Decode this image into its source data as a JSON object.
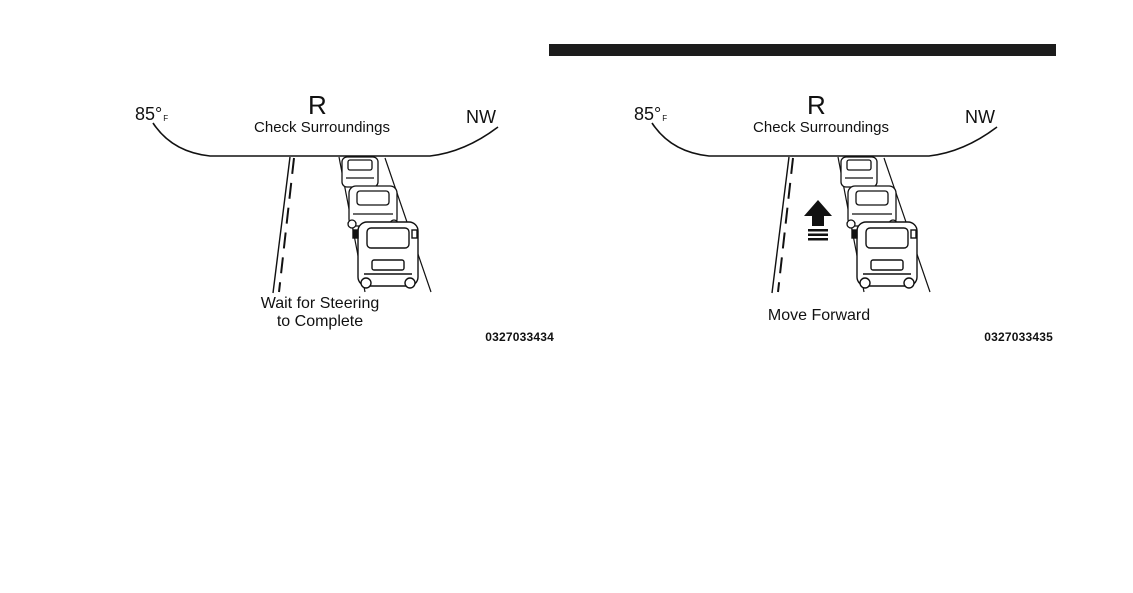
{
  "figures": [
    {
      "temperature": "85°",
      "temperature_unit": "F",
      "gear": "R",
      "status": "Check Surroundings",
      "heading": "NW",
      "message_line1": "Wait for Steering",
      "message_line2": "to Complete",
      "code": "0327033434"
    },
    {
      "temperature": "85°",
      "temperature_unit": "F",
      "gear": "R",
      "status": "Check Surroundings",
      "heading": "NW",
      "message_line1": "Move Forward",
      "code": "0327033435",
      "arrow_icon": "move-forward-arrow-icon"
    }
  ],
  "colors": {
    "ink": "#111111",
    "bar": "#1c1c1c"
  }
}
